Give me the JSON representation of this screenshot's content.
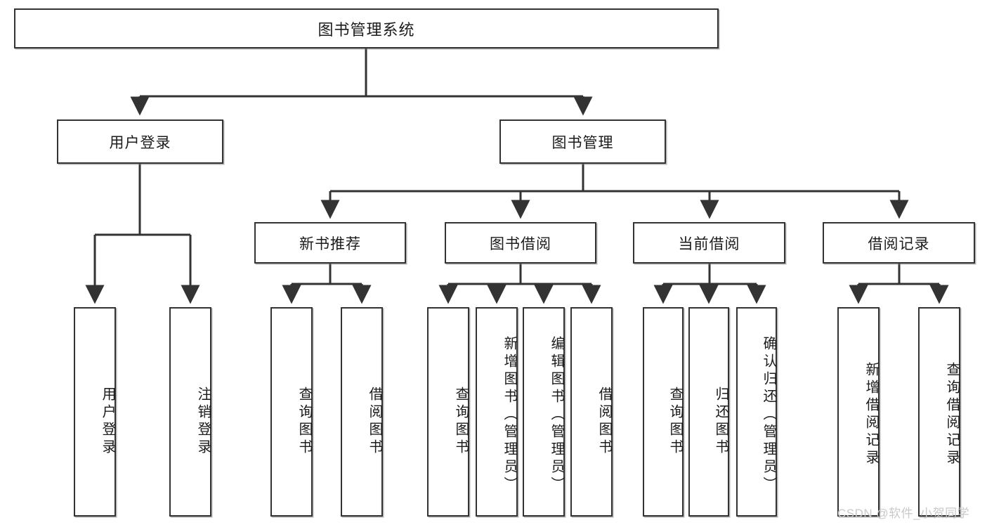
{
  "diagram": {
    "type": "tree-hierarchy",
    "title": "图书管理系统",
    "root": {
      "id": "root",
      "label": "图书管理系统"
    },
    "level2": [
      {
        "id": "user-login",
        "label": "用户登录"
      },
      {
        "id": "book-manage",
        "label": "图书管理"
      }
    ],
    "level3": [
      {
        "id": "new-book-rec",
        "label": "新书推荐",
        "parent": "book-manage"
      },
      {
        "id": "book-borrow",
        "label": "图书借阅",
        "parent": "book-manage"
      },
      {
        "id": "current-borrow",
        "label": "当前借阅",
        "parent": "book-manage"
      },
      {
        "id": "borrow-record",
        "label": "借阅记录",
        "parent": "book-manage"
      }
    ],
    "leaves": [
      {
        "id": "leaf-user-login",
        "label": "用户登录",
        "parent": "user-login"
      },
      {
        "id": "leaf-user-logout",
        "label": "注销登录",
        "parent": "user-login"
      },
      {
        "id": "leaf-query-book-1",
        "label": "查询图书",
        "parent": "new-book-rec"
      },
      {
        "id": "leaf-borrow-book-1",
        "label": "借阅图书",
        "parent": "new-book-rec"
      },
      {
        "id": "leaf-query-book-2",
        "label": "查询图书",
        "parent": "book-borrow"
      },
      {
        "id": "leaf-add-book",
        "label": "新增图书（管理员）",
        "parent": "book-borrow"
      },
      {
        "id": "leaf-edit-book",
        "label": "编辑图书（管理员）",
        "parent": "book-borrow"
      },
      {
        "id": "leaf-borrow-book-2",
        "label": "借阅图书",
        "parent": "book-borrow"
      },
      {
        "id": "leaf-query-book-3",
        "label": "查询图书",
        "parent": "current-borrow"
      },
      {
        "id": "leaf-return-book",
        "label": "归还图书",
        "parent": "current-borrow"
      },
      {
        "id": "leaf-confirm-return",
        "label": "确认归还（管理员）",
        "parent": "current-borrow"
      },
      {
        "id": "leaf-add-record",
        "label": "新增借阅记录",
        "parent": "borrow-record"
      },
      {
        "id": "leaf-query-record",
        "label": "查询借阅记录",
        "parent": "borrow-record"
      }
    ],
    "colors": {
      "box_border": "#333333",
      "box_fill": "#ffffff",
      "connector": "#333333",
      "text": "#1b1b1b",
      "watermark": "#c9c9c9"
    }
  },
  "watermark": {
    "text": "CSDN @软件_小贺同学"
  }
}
